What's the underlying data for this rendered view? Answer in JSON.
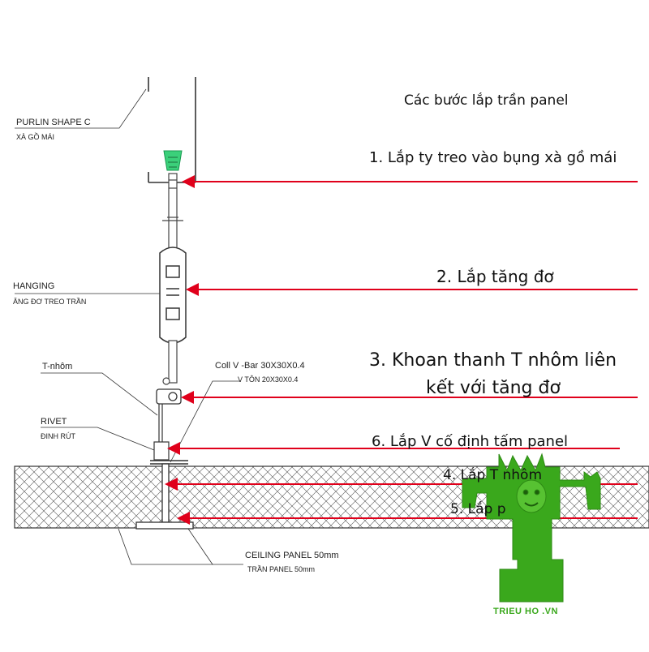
{
  "diagram": {
    "title": "Các bước lắp trần panel",
    "steps": {
      "s1": "1. Lắp ty treo vào bụng xà gồ mái",
      "s2": "2. Lắp tăng đơ",
      "s3_line1": "3. Khoan thanh T nhôm liên",
      "s3_line2": "kết với tăng đơ",
      "s6": "6. Lắp V cố định tấm panel",
      "s4": "4. Lắp T nhôm",
      "s5": "5. Lắp p"
    },
    "labels": {
      "purlin": "PURLIN SHAPE C",
      "purlin_vn": "XÀ GỒ MÁI",
      "hanging": "HANGING",
      "hanging_vn": "ĂNG ĐƠ TREO TRẦN",
      "t_nhom": "T-nhôm",
      "coll_v": "Coll V -Bar 30X30X0.4",
      "v_ton": "V TÔN 20X30X0.4",
      "rivet": "RIVET",
      "rivet_vn": "ĐINH RÚT",
      "ceiling_panel": "CEILING PANEL 50mm",
      "ceiling_panel_vn": "TRẦN PANEL 50mm"
    },
    "colors": {
      "arrow": "#e0001b",
      "logo_green": "#3aa81c",
      "line": "#333333"
    },
    "logo": {
      "text": "TRIEU HO .VN",
      "icon": "tiger-mascot-icon"
    }
  }
}
